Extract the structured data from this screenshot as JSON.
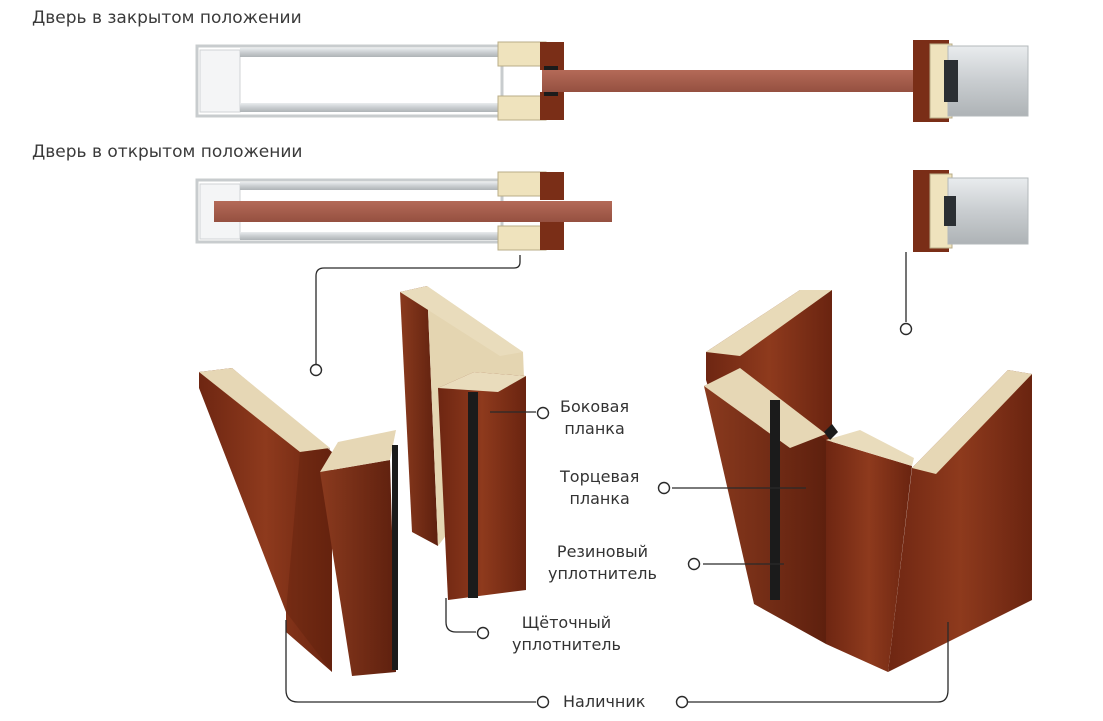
{
  "captions": {
    "closed": "Дверь в закрытом положении",
    "open": "Дверь в открытом положении"
  },
  "labels": {
    "side_strip": [
      "Боковая",
      "планка"
    ],
    "end_strip": [
      "Торцевая",
      "планка"
    ],
    "rubber_seal": [
      "Резиновый",
      "уплотнитель"
    ],
    "brush_seal": [
      "Щёточный",
      "уплотнитель"
    ],
    "casing": "Наличник"
  },
  "colors": {
    "wood": "#7a2e17",
    "wood_light": "#9b4326",
    "mdf": "#e8dcc0",
    "seal": "#1b1b1b",
    "metal": "#cfd3d6",
    "line": "#2a2a2a"
  }
}
